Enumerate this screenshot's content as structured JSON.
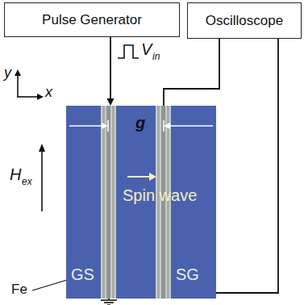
{
  "diagram": {
    "nodes": [
      {
        "text": [
          "Pulse Generator"
        ]
      },
      {
        "text": [
          "Oscilloscope"
        ]
      },
      {
        "text": [
          "g",
          "Spin wave",
          "GS",
          "SG"
        ]
      }
    ],
    "edges": [
      {
        "from": 0,
        "to": 2,
        "arrow": "to"
      },
      {
        "from": 1,
        "to": 2,
        "arrow": "none"
      },
      {
        "from": 1,
        "to": 2,
        "arrow": "none"
      }
    ],
    "labels": [
      "y",
      "x",
      "V",
      "in",
      "H",
      "ex",
      "Fe"
    ]
  }
}
